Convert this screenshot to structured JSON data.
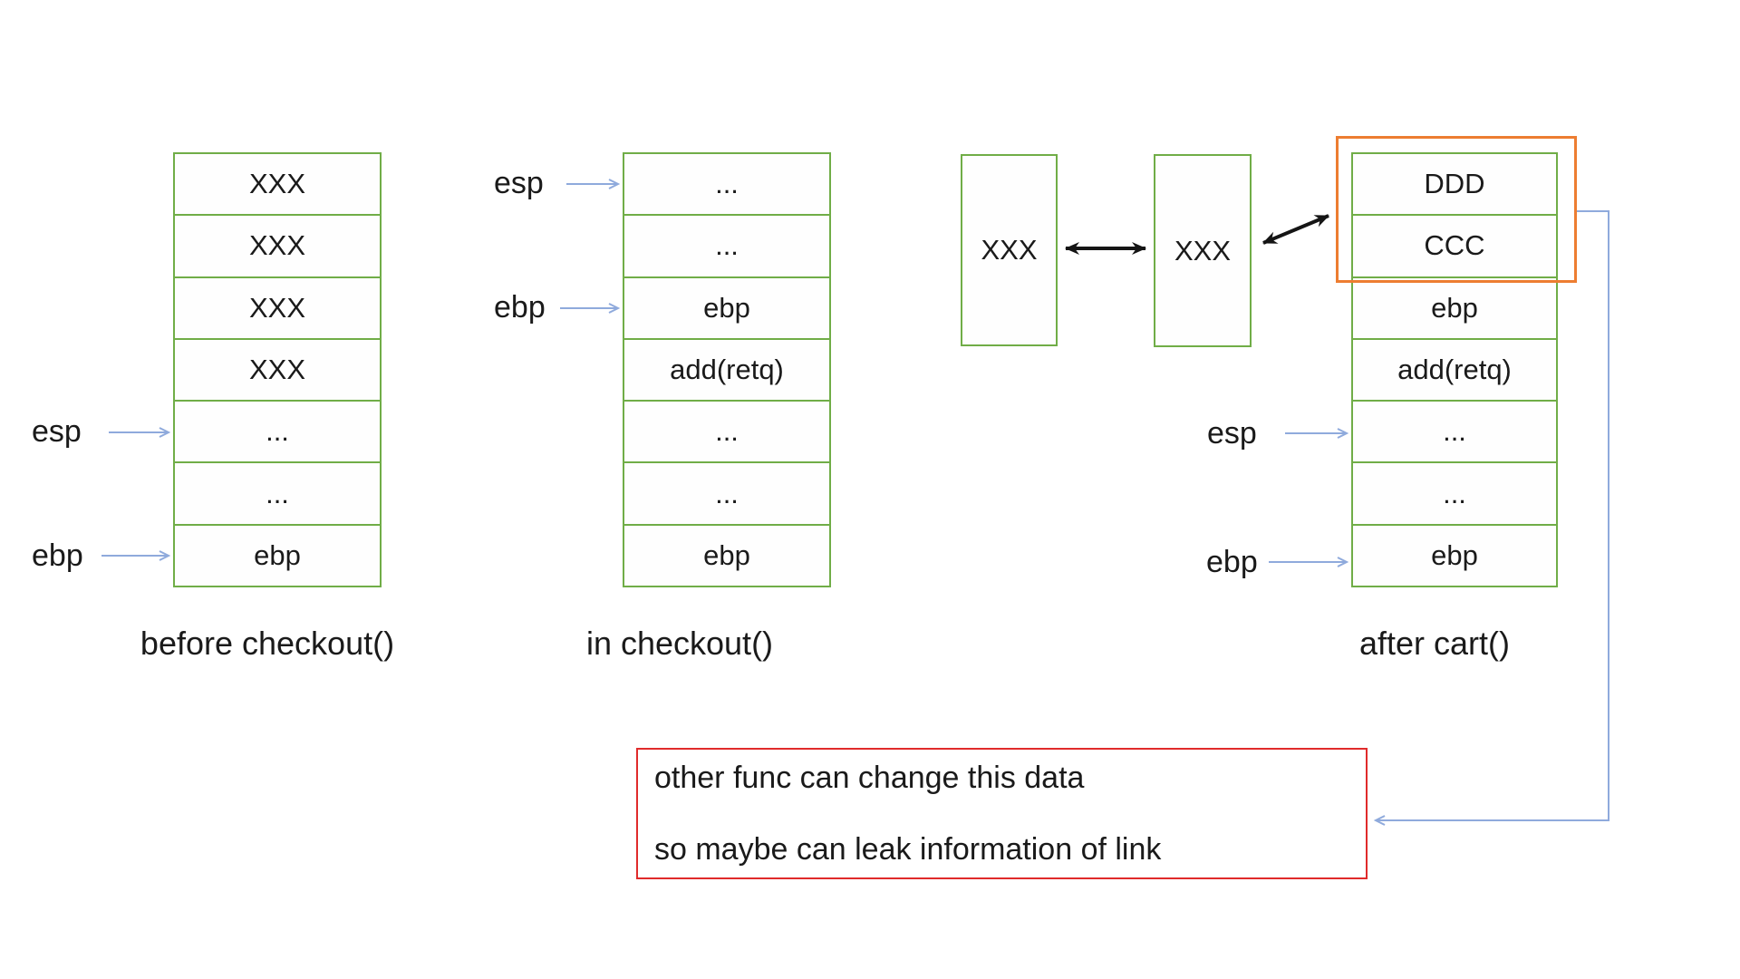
{
  "stacks": [
    {
      "caption": "before checkout()",
      "cells": [
        "XXX",
        "XXX",
        "XXX",
        "XXX",
        "...",
        "...",
        "ebp"
      ],
      "pointers": [
        {
          "label": "esp",
          "points_to_row": 5
        },
        {
          "label": "ebp",
          "points_to_row": 7
        }
      ]
    },
    {
      "caption": "in checkout()",
      "cells": [
        "...",
        "...",
        "ebp",
        "add(retq)",
        "...",
        "...",
        "ebp"
      ],
      "pointers": [
        {
          "label": "esp",
          "points_to_row": 1
        },
        {
          "label": "ebp",
          "points_to_row": 3
        }
      ]
    },
    {
      "caption": "after cart()",
      "cells": [
        "DDD",
        "CCC",
        "ebp",
        "add(retq)",
        "...",
        "...",
        "ebp"
      ],
      "pointers": [
        {
          "label": "esp",
          "points_to_row": 5
        },
        {
          "label": "ebp",
          "points_to_row": 7
        }
      ]
    }
  ],
  "heap_boxes": [
    {
      "label": "XXX"
    },
    {
      "label": "XXX"
    }
  ],
  "note": {
    "line1": "other func can change this data",
    "line2": "so maybe can leak information of link"
  },
  "colors": {
    "stack_border_green": "#70AD47",
    "highlight_orange": "#ED7D31",
    "pointer_arrow_blue": "#8FAADC",
    "note_border_red": "#E02B2B",
    "text_black": "#1A1A1A"
  }
}
